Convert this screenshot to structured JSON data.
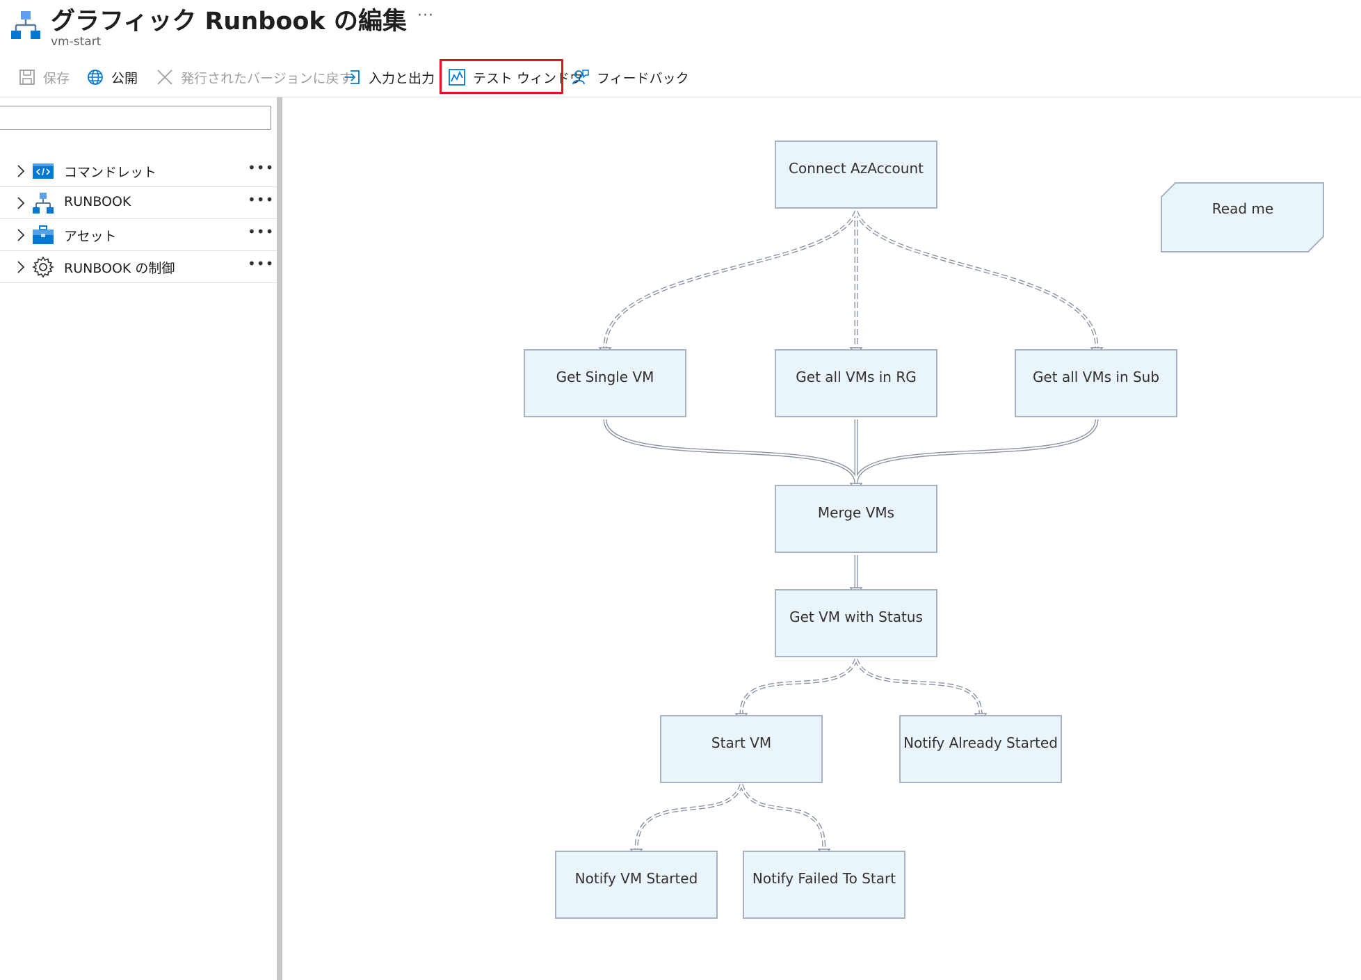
{
  "header": {
    "title": "グラフィック Runbook の編集",
    "subtitle": "vm-start",
    "more": "···"
  },
  "toolbar": {
    "save": "保存",
    "publish": "公開",
    "revert": "発行されたバージョンに戻す",
    "io": "入力と出力",
    "test_window": "テスト ウィンドウ",
    "feedback": "フィードバック"
  },
  "sidebar": {
    "search_placeholder": "",
    "items": [
      {
        "label": "コマンドレット",
        "icon": "cmdlet-icon"
      },
      {
        "label": "RUNBOOK",
        "icon": "runbook-icon"
      },
      {
        "label": "アセット",
        "icon": "asset-icon"
      },
      {
        "label": "RUNBOOK の制御",
        "icon": "gear-icon"
      }
    ],
    "more": "•••"
  },
  "canvas": {
    "nodes": {
      "connect": "Connect AzAccount",
      "single": "Get Single VM",
      "rg": "Get all VMs in RG",
      "sub": "Get all VMs in Sub",
      "merge": "Merge VMs",
      "status": "Get VM with Status",
      "start": "Start VM",
      "already": "Notify Already Started",
      "started": "Notify VM Started",
      "failed": "Notify Failed To Start"
    },
    "readme": "Read me"
  },
  "colors": {
    "highlight": "#e81123",
    "node_fill": "#eaf4fb",
    "node_border": "#a7b3c2",
    "accent": "#0078d4"
  }
}
